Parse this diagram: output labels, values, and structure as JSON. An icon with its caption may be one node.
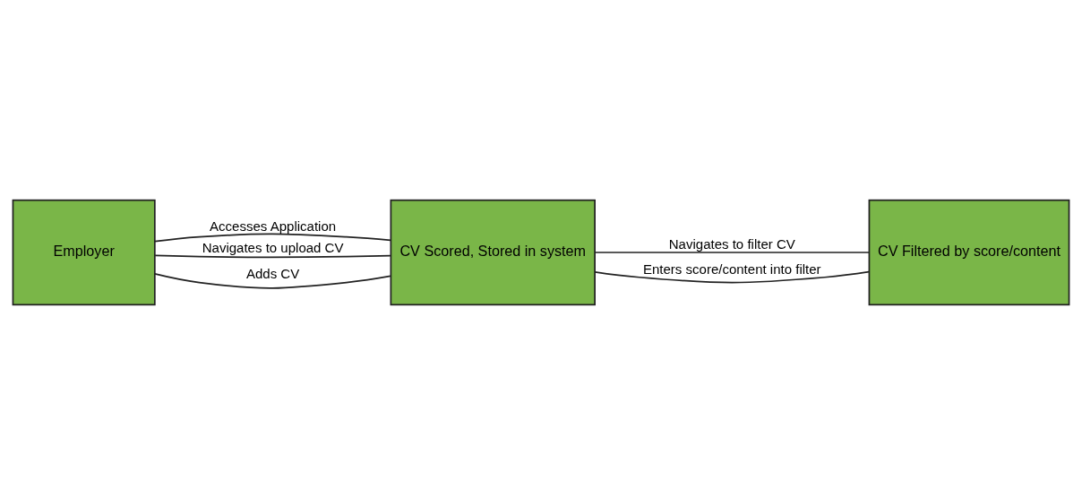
{
  "diagram": {
    "nodes": [
      {
        "text": [
          "CV Scored, Stored in system"
        ]
      },
      {
        "text": [
          "CV Filtered by score/content"
        ]
      },
      {
        "text": [
          "Employer"
        ]
      }
    ],
    "edges": [
      {
        "from": 2,
        "to": 0,
        "arrow": "none",
        "label": "Accesses Application"
      },
      {
        "from": 2,
        "to": 0,
        "arrow": "none",
        "label": "Navigates to upload CV"
      },
      {
        "from": 2,
        "to": 0,
        "arrow": "none",
        "label": "Adds CV"
      },
      {
        "from": 0,
        "to": 1,
        "arrow": "none",
        "label": "Navigates to filter CV"
      },
      {
        "from": 0,
        "to": 1,
        "arrow": "none",
        "label": "Enters score/content into filter"
      }
    ]
  }
}
